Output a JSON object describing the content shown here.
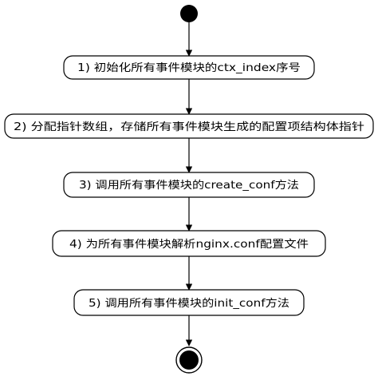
{
  "diagram": {
    "steps": [
      {
        "label": "1) 初始化所有事件模块的ctx_index序号"
      },
      {
        "label": "2) 分配指针数组，存储所有事件模块生成的配置项结构体指针"
      },
      {
        "label": "3) 调用所有事件模块的create_conf方法"
      },
      {
        "label": "4) 为所有事件模块解析nginx.conf配置文件"
      },
      {
        "label": "5) 调用所有事件模块的init_conf方法"
      }
    ],
    "colors": {
      "stroke": "#000000",
      "fill": "#ffffff",
      "node": "#000000"
    }
  }
}
